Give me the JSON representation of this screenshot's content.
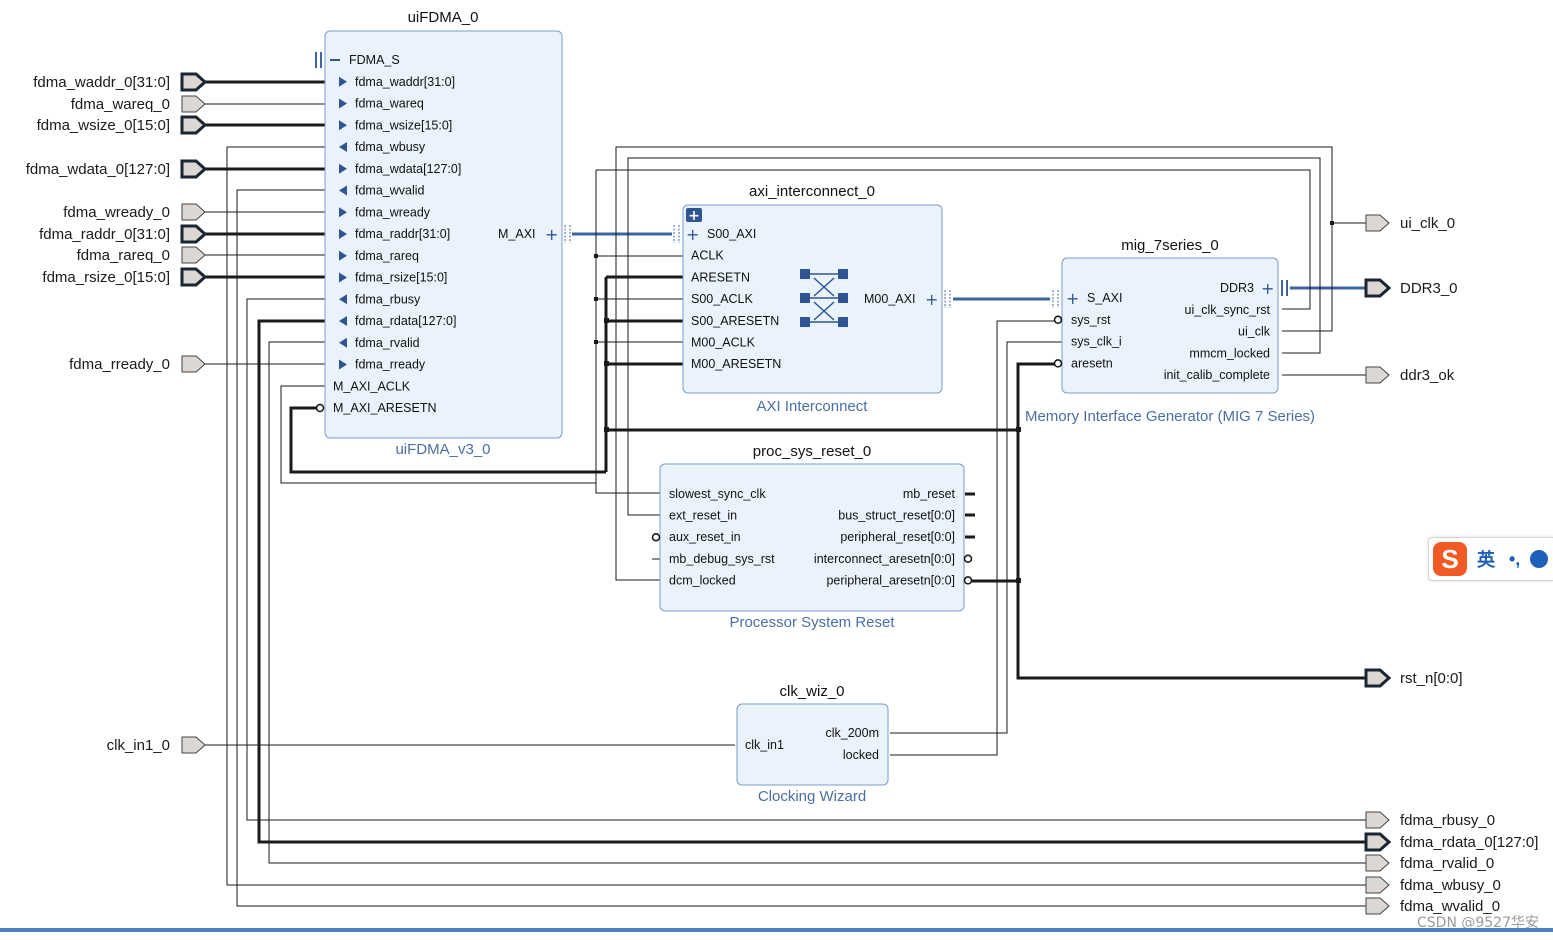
{
  "left_ports": [
    {
      "label": "fdma_waddr_0[31:0]",
      "bus": true
    },
    {
      "label": "fdma_wareq_0",
      "bus": false
    },
    {
      "label": "fdma_wsize_0[15:0]",
      "bus": true
    },
    {
      "label": "fdma_wdata_0[127:0]",
      "bus": true
    },
    {
      "label": "fdma_wready_0",
      "bus": false
    },
    {
      "label": "fdma_raddr_0[31:0]",
      "bus": true
    },
    {
      "label": "fdma_rareq_0",
      "bus": false
    },
    {
      "label": "fdma_rsize_0[15:0]",
      "bus": true
    },
    {
      "label": "fdma_rready_0",
      "bus": false
    },
    {
      "label": "clk_in1_0",
      "bus": false
    }
  ],
  "right_ports": [
    {
      "label": "ui_clk_0",
      "bus": false
    },
    {
      "label": "DDR3_0",
      "bus": true
    },
    {
      "label": "ddr3_ok",
      "bus": false
    },
    {
      "label": "rst_n[0:0]",
      "bus": true
    },
    {
      "label": "fdma_rbusy_0",
      "bus": false
    },
    {
      "label": "fdma_rdata_0[127:0]",
      "bus": true
    },
    {
      "label": "fdma_rvalid_0",
      "bus": false
    },
    {
      "label": "fdma_wbusy_0",
      "bus": false
    },
    {
      "label": "fdma_wvalid_0",
      "bus": false
    }
  ],
  "blocks": {
    "uifdma": {
      "title": "uiFDMA_0",
      "subtitle": "uiFDMA_v3_0",
      "pins": [
        "FDMA_S",
        "fdma_waddr[31:0]",
        "fdma_wareq",
        "fdma_wsize[15:0]",
        "fdma_wbusy",
        "fdma_wdata[127:0]",
        "fdma_wvalid",
        "fdma_wready",
        "fdma_raddr[31:0]",
        "fdma_rareq",
        "fdma_rsize[15:0]",
        "fdma_rbusy",
        "fdma_rdata[127:0]",
        "fdma_rvalid",
        "fdma_rready",
        "M_AXI_ACLK",
        "M_AXI_ARESETN"
      ],
      "right_pin": "M_AXI"
    },
    "axi": {
      "title": "axi_interconnect_0",
      "subtitle": "AXI Interconnect",
      "pins": [
        "S00_AXI",
        "ACLK",
        "ARESETN",
        "S00_ACLK",
        "S00_ARESETN",
        "M00_ACLK",
        "M00_ARESETN"
      ],
      "right_pin": "M00_AXI"
    },
    "mig": {
      "title": "mig_7series_0",
      "subtitle": "Memory Interface Generator (MIG 7 Series)",
      "left_pins": [
        "S_AXI",
        "sys_rst",
        "sys_clk_i",
        "aresetn"
      ],
      "right_pins": [
        "DDR3",
        "ui_clk_sync_rst",
        "ui_clk",
        "mmcm_locked",
        "init_calib_complete"
      ]
    },
    "psr": {
      "title": "proc_sys_reset_0",
      "subtitle": "Processor System Reset",
      "left_pins": [
        "slowest_sync_clk",
        "ext_reset_in",
        "aux_reset_in",
        "mb_debug_sys_rst",
        "dcm_locked"
      ],
      "right_pins": [
        "mb_reset",
        "bus_struct_reset[0:0]",
        "peripheral_reset[0:0]",
        "interconnect_aresetn[0:0]",
        "peripheral_aresetn[0:0]"
      ]
    },
    "clkwiz": {
      "title": "clk_wiz_0",
      "subtitle": "Clocking Wizard",
      "left_pins": [
        "clk_in1"
      ],
      "right_pins": [
        "clk_200m",
        "locked"
      ]
    }
  },
  "ime": {
    "icon": "S",
    "lang": "英",
    "punct": "•,"
  },
  "watermark": "CSDN @9527华安",
  "colors": {
    "block_fill": "#eaf3fc",
    "block_stroke": "#7b9cc9",
    "axi_bus": "#3e64a0",
    "subtitle": "#4a6fa5",
    "port_fill": "#ddd7d4"
  }
}
